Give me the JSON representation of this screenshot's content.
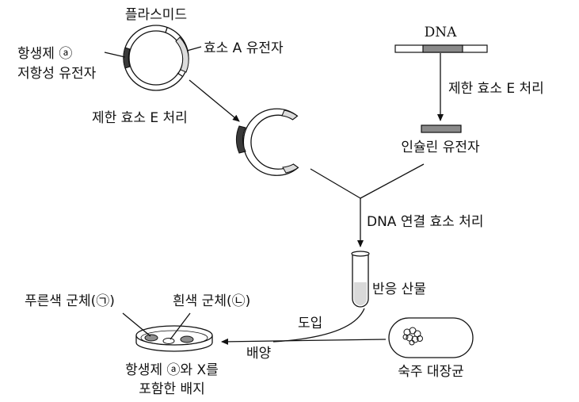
{
  "labels": {
    "plasmid": "플라스미드",
    "resistance_gene_line1": "항생제 ⓐ",
    "resistance_gene_line2": "저항성 유전자",
    "enzyme_a_gene": "효소 A 유전자",
    "dna": "DNA",
    "restriction_left": "제한 효소 E 처리",
    "restriction_right": "제한 효소 E 처리",
    "insulin_gene": "인슐린 유전자",
    "ligase": "DNA 연결 효소 처리",
    "product": "반응 산물",
    "blue_colony": "푸른색 군체(㉠)",
    "white_colony": "흰색 군체(㉡)",
    "introduce": "도입",
    "culture": "배양",
    "host": "숙주 대장균",
    "medium_line1": "항생제 ⓐ와 X를",
    "medium_line2": "포함한 배지"
  },
  "colors": {
    "resistance_gene": "#3a3a3a",
    "enzyme_a_gene": "#dcdcdc",
    "insulin_gene": "#8a8a8a",
    "blue_colony": "#8f8f8f",
    "white_colony": "#ffffff",
    "tube_product": "#d9d9d9"
  }
}
